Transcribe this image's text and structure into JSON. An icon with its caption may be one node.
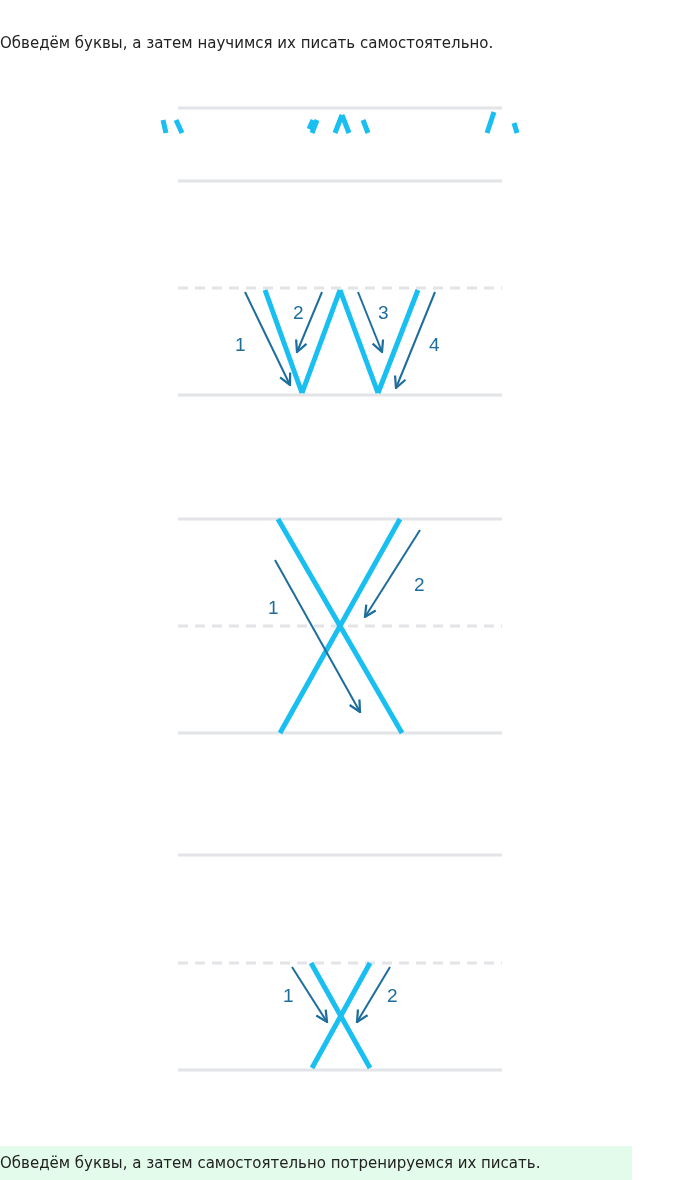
{
  "diagram": {
    "labels": [
      "Обведём буквы, а затем научимся их писать самостоятельно.",
      "1",
      "2",
      "3",
      "4",
      "1",
      "2",
      "1",
      "2",
      "Обведём буквы, а затем самостоятельно потренируемся их писать."
    ]
  }
}
